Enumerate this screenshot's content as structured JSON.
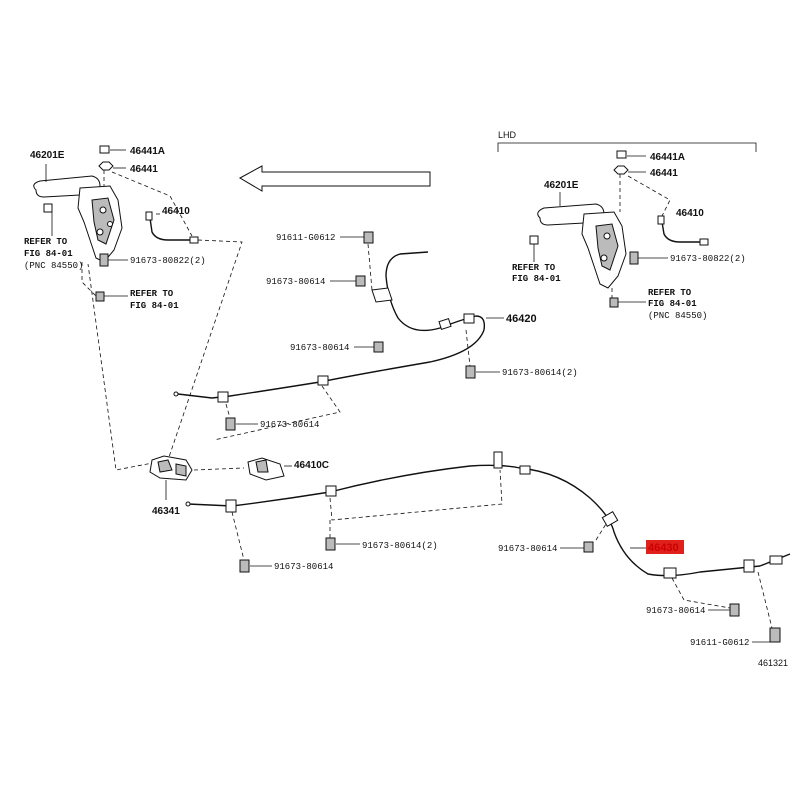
{
  "section_label": "LHD",
  "diagram_id": "461321",
  "left_assembly": {
    "lever": "46201E",
    "nut_a": "46441A",
    "nut": "46441",
    "switch": "46410",
    "bolt": "91673-80822",
    "bolt_qty": "(2)",
    "refer1_line1": "REFER TO",
    "refer1_line2": "FIG 84-01",
    "refer1_line3": "(PNC 84550)",
    "refer2_line1": "REFER TO",
    "refer2_line2": "FIG 84-01"
  },
  "right_assembly": {
    "lever": "46201E",
    "nut_a": "46441A",
    "nut": "46441",
    "switch": "46410",
    "bolt": "91673-80822",
    "bolt_qty": "(2)",
    "refer1_line1": "REFER TO",
    "refer1_line2": "FIG 84-01",
    "refer2_line1": "REFER TO",
    "refer2_line2": "FIG 84-01",
    "refer2_line3": "(PNC 84550)"
  },
  "center": {
    "bolt_top": "91611-G0612",
    "bolt_mid1": "91673-80614",
    "cable_no1": "46420",
    "bolt_mid2": "91673-80614",
    "bolt_mid3": "91673-80614",
    "bolt_mid3_qty": "(2)",
    "bolt_mid4": "91673-80614",
    "equalizer": "46410C",
    "bracket": "46341",
    "bolt_low1": "91673-80614",
    "bolt_low1_qty": "(2)",
    "bolt_low2": "91673-80614",
    "bolt_right1": "91673-80614",
    "cable_no3": "46430",
    "bolt_right2": "91673-80614",
    "bolt_right3": "91611-G0612"
  },
  "highlight_color": "#e0201b"
}
